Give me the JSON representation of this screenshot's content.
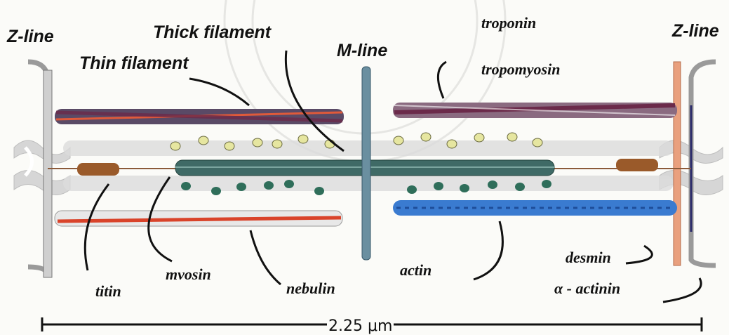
{
  "labels": {
    "z_line_left": "Z-line",
    "z_line_right": "Z-line",
    "thick_filament": "Thick filament",
    "thin_filament": "Thin filament",
    "m_line": "M-line",
    "troponin": "troponin",
    "tropomyosin": "tropomyosin",
    "titin": "titin",
    "myosin": "mvosin",
    "nebulin": "nebulin",
    "actin": "actin",
    "desmin": "desmin",
    "alpha_actinin": "α - actinin"
  },
  "scale_bar": {
    "label": "2.25 μm"
  },
  "colors": {
    "line": "#111111",
    "thick_filament": "#3f6a66",
    "actin_blue": "#3a7bd0",
    "tropomyosin": "#6b2a4a",
    "nebulin_red": "#d9432a",
    "titin_brown": "#9a5a2a",
    "myosin_head": "#2f6e5a",
    "z_line_right_fill": "#e9a07e"
  }
}
